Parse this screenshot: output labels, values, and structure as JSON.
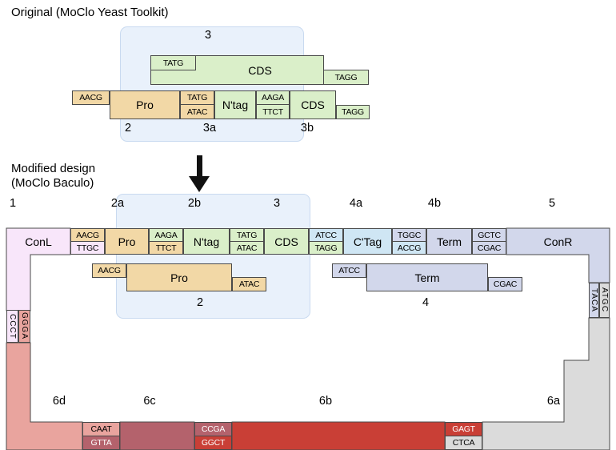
{
  "palette": {
    "promoter_tan": "#f2d8a6",
    "cds_green": "#daefc9",
    "ctag_blue": "#cfe6f4",
    "term_lavender": "#d2d7eb",
    "conl_pink": "#f8e6fa",
    "backbone_salmon": "#e9a49e",
    "backbone_maroon": "#b4626c",
    "backbone_red": "#c93f36",
    "backbone_gray": "#dbdbdb",
    "container_blue": "#e9f1fb",
    "outline": "#4a4a4a"
  },
  "top_section": {
    "title": "Original (MoClo Yeast Toolkit)",
    "container_label": "3",
    "cds_full_piece": {
      "left_tab": "TATG",
      "label": "CDS",
      "right_tab": "TAGG"
    },
    "assembly_row": {
      "left_tab": "AACG",
      "pro": "Pro",
      "junction_pro_ntag": {
        "top": "TATG",
        "bottom": "ATAC"
      },
      "ntag": "N'tag",
      "junction_ntag_cds": {
        "top": "AAGA",
        "bottom": "TTCT"
      },
      "cds": "CDS",
      "right_tab": "TAGG"
    },
    "position_labels": {
      "p2": "2",
      "p3a": "3a",
      "p3b": "3b"
    }
  },
  "modified_label": {
    "line1": "Modified design",
    "line2": "(MoClo Baculo)"
  },
  "bottom_section": {
    "position_labels": {
      "p1": "1",
      "p2a": "2a",
      "p2b": "2b",
      "p3": "3",
      "p4a": "4a",
      "p4b": "4b",
      "p5": "5"
    },
    "main_row": {
      "conl": "ConL",
      "junction_conl_pro": {
        "top": "AACG",
        "bottom": "TTGC"
      },
      "pro": "Pro",
      "junction_pro_ntag": {
        "top": "AAGA",
        "bottom": "TTCT"
      },
      "ntag": "N'tag",
      "junction_ntag_cds": {
        "top": "TATG",
        "bottom": "ATAC"
      },
      "cds": "CDS",
      "junction_cds_ctag": {
        "top": "ATCC",
        "bottom": "TAGG"
      },
      "ctag": "C'Tag",
      "junction_ctag_term": {
        "top": "TGGC",
        "bottom": "ACCG"
      },
      "term": "Term",
      "junction_term_conr": {
        "top": "GCTC",
        "bottom": "CGAC"
      },
      "conr": "ConR"
    },
    "pro_full_piece": {
      "left_tab": "AACG",
      "label": "Pro",
      "right_tab": "ATAC",
      "position_label": "2"
    },
    "term_full_piece": {
      "left_tab": "ATCC",
      "label": "Term",
      "right_tab": "CGAC",
      "position_label": "4"
    },
    "left_junction": {
      "outer": "CCCT",
      "inner": "GGGA"
    },
    "right_junction": {
      "inner": "TACA",
      "outer": "ATGC"
    },
    "backbone_labels": {
      "p6d": "6d",
      "p6c": "6c",
      "p6b": "6b",
      "p6a": "6a"
    },
    "backbone_junctions": {
      "j_6d_6c": {
        "top": "CAAT",
        "bottom": "GTTA"
      },
      "j_6c_6b": {
        "top": "CCGA",
        "bottom": "GGCT"
      },
      "j_6b_6a": {
        "top": "GAGT",
        "bottom": "CTCA"
      }
    }
  }
}
